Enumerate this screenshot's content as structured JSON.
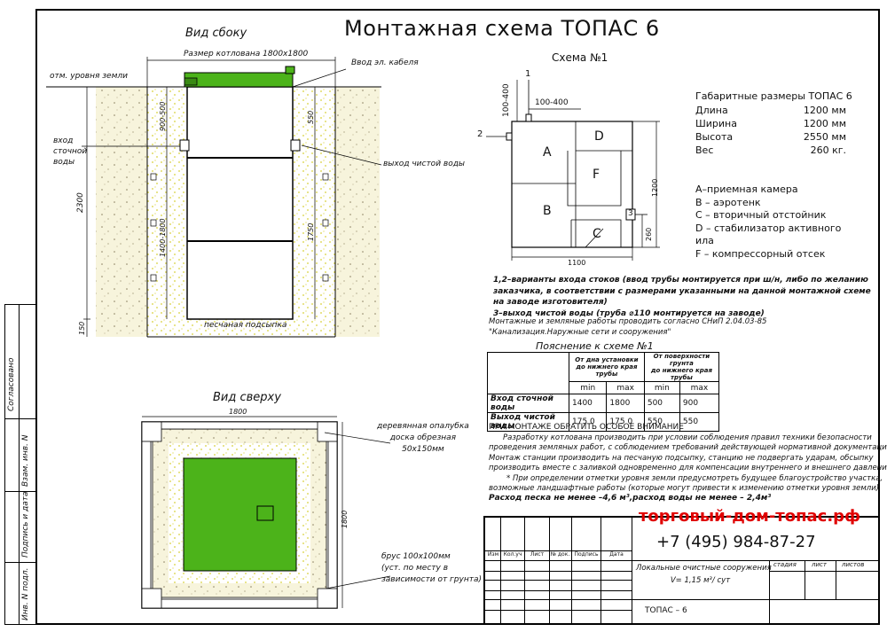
{
  "title": "Монтажная схема ТОПАС 6",
  "colors": {
    "accent_green": "#4cb31a",
    "sand": "#f7f4dc",
    "site_url": "#e00000"
  },
  "side_view": {
    "heading": "Вид сбоку",
    "pit_size": "Размер котлована 1800х1800",
    "ground_level": "отм. уровня земли",
    "cable_entry": "Ввод эл. кабеля",
    "inlet_label": [
      "вход",
      "сточной",
      "воды"
    ],
    "outlet_label": "выход чистой воды",
    "sand_bed": "песчаная подсыпка",
    "dims": {
      "d2300": "2300",
      "d900_500": "900-500",
      "d1400_1800": "1400-1800",
      "d550": "550",
      "d1750": "1750",
      "d150": "150"
    }
  },
  "top_view": {
    "heading": "Вид сверху",
    "d1800_top": "1800",
    "d1800_side": "1800",
    "formwork": [
      "деревянная опалубка",
      "доска обрезная",
      "50х150мм"
    ],
    "beam": [
      "брус 100х100мм",
      "(уст. по месту в",
      "зависимости от грунта)"
    ]
  },
  "scheme": {
    "heading": "Схема №1",
    "marker1": "1",
    "marker2": "2",
    "marker3": "3",
    "d100_400_h": "100-400",
    "d100_400_v": "100-400",
    "d1200": "1200",
    "d1100": "1100",
    "d260": "260",
    "zones": {
      "a": "A",
      "b": "B",
      "c": "C",
      "d": "D",
      "f": "F"
    }
  },
  "dimensions_block": {
    "heading": "Габаритные размеры ТОПАС 6",
    "rows": [
      {
        "name": "Длина",
        "value": "1200 мм"
      },
      {
        "name": "Ширина",
        "value": "1200 мм"
      },
      {
        "name": "Высота",
        "value": "2550 мм"
      },
      {
        "name": "Вес",
        "value": "260 кг."
      }
    ]
  },
  "legend": [
    "A–приемная камера",
    "B – аэротенк",
    "C – вторичный отстойник",
    "D – стабилизатор активного",
    "ила",
    "F  – компрессорный отсек"
  ],
  "notes": {
    "line1": "1,2–варианты входа  стоков (ввод трубы монтируется при ш/н, либо по желанию",
    "line2": "заказчика, в соответствии с размерами указанными на данной монтажной схеме",
    "line3": "на заводе изготовителя)",
    "line4": "3–выход чистой воды (труба ⌀110 монтируется на заводе)",
    "line5": "Монтажные и земляные работы проводить согласно СНиП 2.04.03-85",
    "line6": "\"Канализация.Наружные сети и сооружения\""
  },
  "explanation_table": {
    "heading": "Пояснение к схеме №1",
    "col_group1": [
      "От дна установки",
      "до нижнего края трубы"
    ],
    "col_group2": [
      "От поверхности грунта",
      "до нижнего края трубы"
    ],
    "sub": [
      "min",
      "max",
      "min",
      "max"
    ],
    "rows": [
      {
        "name": "Вход сточной воды",
        "values": [
          "1400",
          "1800",
          "500",
          "900"
        ]
      },
      {
        "name": "Выход чистой воды",
        "values": [
          "175 0",
          "175 0",
          "550",
          "550"
        ]
      }
    ]
  },
  "attention": {
    "heading": "ПРИ МОНТАЖЕ ОБРАТИТЬ ОСОБОЕ ВНИМАНИЕ",
    "lines": [
      "Разработку котлована производить при условии соблюдения правил техники безопасности",
      "проведения земляных работ, с соблюдением требований действующей нормативной документации.",
      "Монтаж станции производить на песчаную подсыпку, станцию не подвергать ударам, обсыпку",
      "производить вместе с заливкой одновременно для компенсации внутреннего и внешнего давления.",
      "* При определении отметки уровня земли предусмотреть будущее благоустройство участка,",
      "возможные ландшафтные работы (которые могут привести к изменению отметки уровня земли)"
    ],
    "final": "Расход песка не менее –4,6 м³,расход воды не менее – 2,4м³"
  },
  "title_block": {
    "site": "торговый-дом-топас.рф",
    "phone": "+7 (495) 984-87-27",
    "cols": [
      "Изм",
      "Кол.уч",
      "Лист",
      "№ док.",
      "Подпись",
      "Дата"
    ],
    "product": "Локальные очистные сооружения",
    "volume": "V= 1,15  м³/ сут",
    "stage": "стадия",
    "sheet": "лист",
    "sheets": "листов",
    "model": "ТОПАС – 6"
  },
  "side_strip": [
    "Согласовано",
    "Взам. инв. N",
    "Подпись и дата",
    "Инв. N подл."
  ]
}
